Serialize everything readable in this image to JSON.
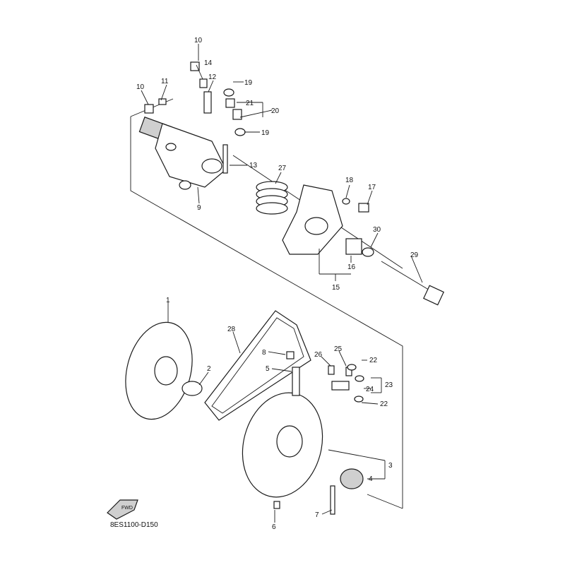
{
  "drawing_code": "8ES1100-D150",
  "direction_label": "FWD",
  "callouts": {
    "c1": "1",
    "c2": "2",
    "c3": "3",
    "c4": "4",
    "c5": "5",
    "c6": "6",
    "c7": "7",
    "c8": "8",
    "c9": "9",
    "c10a": "10",
    "c10b": "10",
    "c11": "11",
    "c12": "12",
    "c13": "13",
    "c14": "14",
    "c15": "15",
    "c16": "16",
    "c17": "17",
    "c18": "18",
    "c19a": "19",
    "c19b": "19",
    "c20": "20",
    "c21": "21",
    "c22a": "22",
    "c22b": "22",
    "c23": "23",
    "c24": "24",
    "c25": "25",
    "c26": "26",
    "c27": "27",
    "c28": "28",
    "c29": "29",
    "c30": "30"
  }
}
